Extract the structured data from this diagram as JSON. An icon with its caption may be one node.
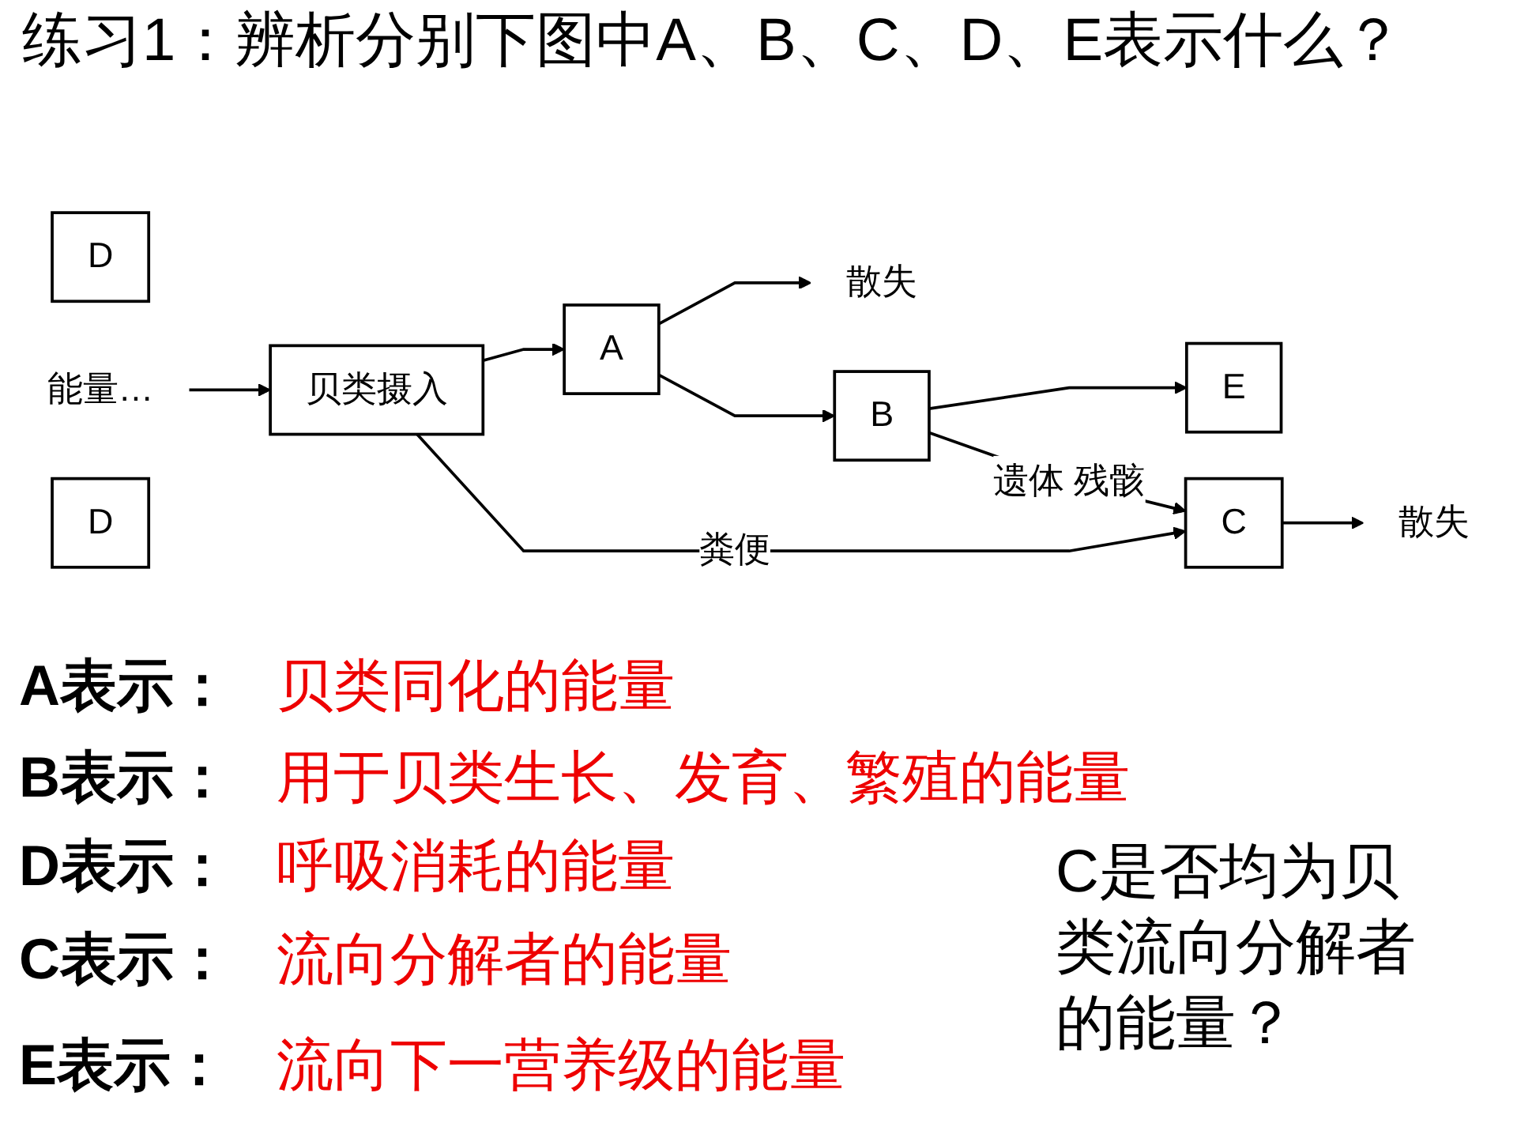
{
  "diagram": {
    "title": "练习1：辨析分别下图中A、B、C、D、E表示什么？",
    "nodes": [
      {
        "text": [
          "D"
        ]
      },
      {
        "text": [
          "散失"
        ]
      },
      {
        "text": [
          "能量…"
        ]
      },
      {
        "text": [
          "贝类摄入"
        ]
      },
      {
        "text": [
          "A"
        ]
      },
      {
        "text": [
          "B"
        ]
      },
      {
        "text": [
          "E"
        ]
      },
      {
        "text": [
          "D"
        ]
      },
      {
        "text": [
          "C"
        ]
      },
      {
        "text": [
          "散失"
        ]
      }
    ],
    "edges": [
      {
        "from": 2,
        "to": 3,
        "arrow": "to"
      },
      {
        "from": 3,
        "to": 4,
        "arrow": "to"
      },
      {
        "from": 4,
        "to": 1,
        "arrow": "to"
      },
      {
        "from": 4,
        "to": 5,
        "arrow": "to"
      },
      {
        "from": 5,
        "to": 6,
        "arrow": "to"
      },
      {
        "from": 5,
        "to": 8,
        "arrow": "to",
        "label": "遗体 残骸"
      },
      {
        "from": 3,
        "to": 8,
        "arrow": "to",
        "label": "粪便"
      },
      {
        "from": 8,
        "to": 9,
        "arrow": "to"
      }
    ],
    "labels": [
      "A表示：",
      "贝类同化的能量",
      "B表示：",
      "用于贝类生长、发育、繁殖的能量",
      "D表示：",
      "呼吸消耗的能量",
      "C是否均为贝类流向分解者的能量？",
      "C表示：",
      "流向分解者的能量",
      "E表示：",
      "流向下一营养级的能量"
    ]
  }
}
